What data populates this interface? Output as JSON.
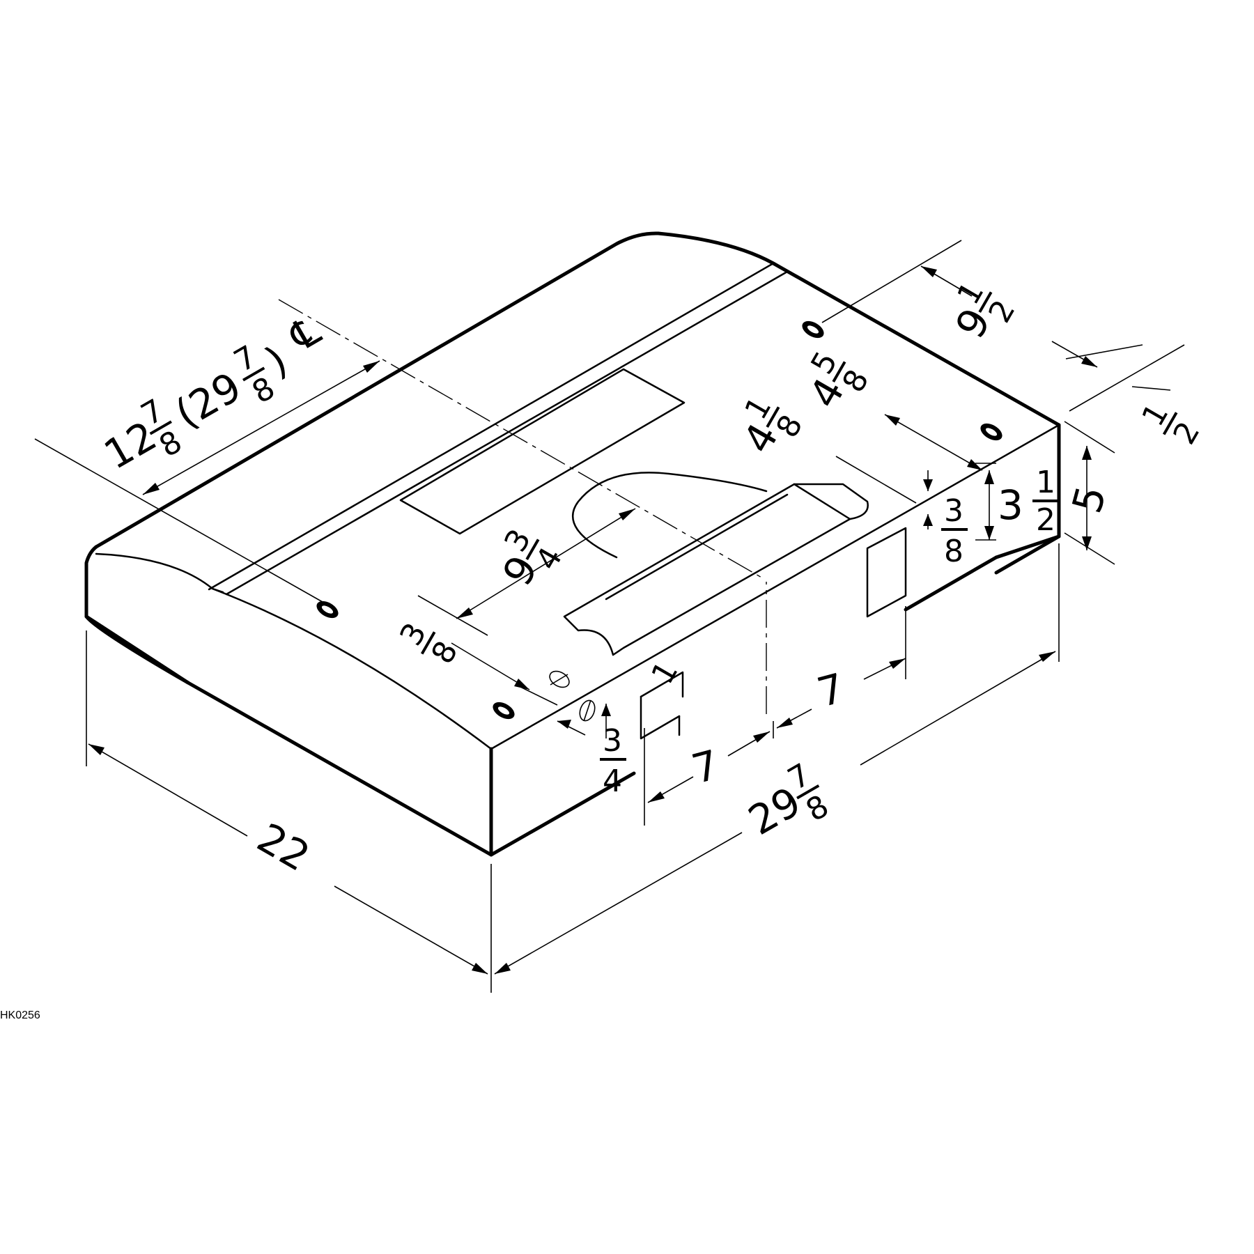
{
  "drawing_code": "HK0256",
  "centerline_symbol": "℄",
  "dimensions": {
    "depth": {
      "whole": "12",
      "num": "7",
      "den": "8",
      "paren": "(29",
      "paren_num": "7",
      "paren_den": "8",
      "close": ")"
    },
    "top_right_offset": {
      "whole": "9",
      "num": "1",
      "den": "2"
    },
    "edge_offset": {
      "whole": "",
      "num": "1",
      "den": "2"
    },
    "knockout_a": {
      "whole": "4",
      "num": "1",
      "den": "8"
    },
    "knockout_b": {
      "whole": "4",
      "num": "5",
      "den": "8"
    },
    "front_height": {
      "whole": "3",
      "num": "1",
      "den": "2"
    },
    "total_height": {
      "whole": "5"
    },
    "flange": {
      "num": "3",
      "den": "8"
    },
    "round_duct": {
      "whole": "9",
      "num": "3",
      "den": "4"
    },
    "hole_offset": {
      "num": "3",
      "den": "8"
    },
    "small_offset": {
      "num": "3",
      "den": "4"
    },
    "seg_left": {
      "whole": "7"
    },
    "seg_right": {
      "whole": "7"
    },
    "width": {
      "whole": "29",
      "num": "7",
      "den": "8"
    },
    "depth_bottom": {
      "whole": "22"
    },
    "slot_width": {
      "num": "1"
    }
  }
}
